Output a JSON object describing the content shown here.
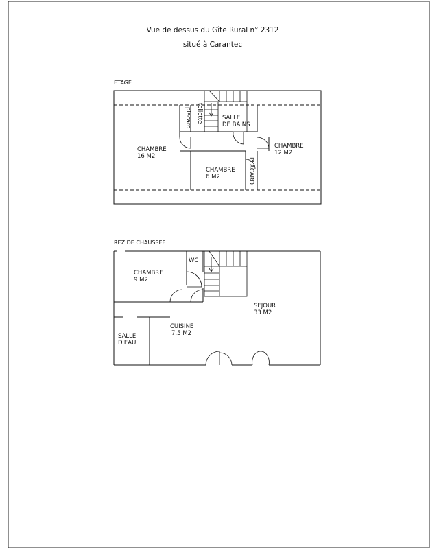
{
  "title": {
    "line1": "Vue de dessus du Gîte Rural n° 2312",
    "line2": "situé à Carantec"
  },
  "floors": {
    "upper": {
      "label": "ETAGE",
      "rooms": {
        "chambre16_name": "CHAMBRE",
        "chambre16_area": "16 M2",
        "chambre12_name": "CHAMBRE",
        "chambre12_area": "12 M2",
        "chambre6_name": "CHAMBRE",
        "chambre6_area": "6 M2",
        "salle_bains_line1": "SALLE",
        "salle_bains_line2": "DE BAINS",
        "placard_small": "placard",
        "toilette": "toilette",
        "placard_big": "PLACARD"
      }
    },
    "ground": {
      "label": "REZ DE CHAUSSEE",
      "rooms": {
        "chambre9_name": "CHAMBRE",
        "chambre9_area": "9 M2",
        "wc": "WC",
        "sejour_name": "SEJOUR",
        "sejour_area": "33 M2",
        "cuisine_name": "CUISINE",
        "cuisine_area": "7.5 M2",
        "salle_eau_line1": "SALLE",
        "salle_eau_line2": "D'EAU"
      }
    }
  }
}
